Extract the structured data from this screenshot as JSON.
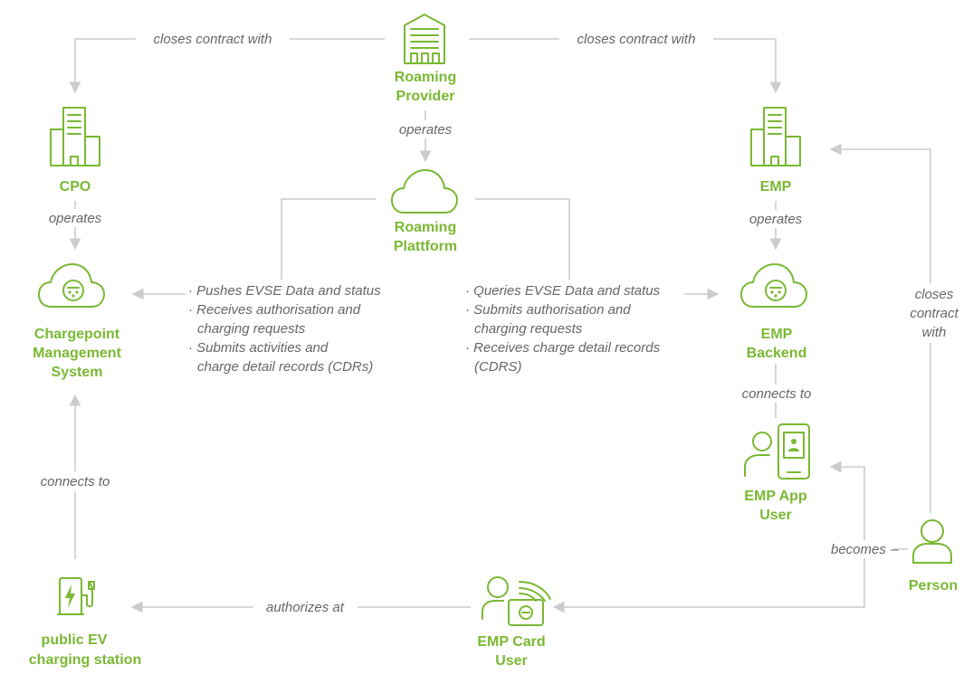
{
  "colors": {
    "node": "#7ab833",
    "edge": "#cccccc",
    "edge_text": "#666666"
  },
  "nodes": {
    "roaming_provider": {
      "line1": "Roaming",
      "line2": "Provider",
      "icon": "building-icon"
    },
    "cpo": {
      "line1": "CPO",
      "icon": "office-tower-icon"
    },
    "emp": {
      "line1": "EMP",
      "icon": "office-tower-icon"
    },
    "roaming_platform": {
      "line1": "Roaming",
      "line2": "Plattform",
      "icon": "cloud-icon"
    },
    "chargepoint_ms": {
      "line1": "Chargepoint",
      "line2": "Management",
      "line3": "System",
      "icon": "cloud-charger-icon"
    },
    "emp_backend": {
      "line1": "EMP",
      "line2": "Backend",
      "icon": "cloud-charger-icon"
    },
    "emp_app_user": {
      "line1": "EMP App",
      "line2": "User",
      "icon": "user-phone-icon"
    },
    "person": {
      "line1": "Person",
      "icon": "person-icon"
    },
    "emp_card_user": {
      "line1": "EMP Card",
      "line2": "User",
      "icon": "user-card-icon"
    },
    "charging_station": {
      "line1": "public EV",
      "line2": "charging station",
      "icon": "charging-station-icon"
    }
  },
  "edges": {
    "rp_cpo": "closes contract with",
    "rp_emp": "closes contract with",
    "rp_platform": "operates",
    "cpo_cms": "operates",
    "emp_backend": "operates",
    "platform_cms": {
      "line1": "· Pushes EVSE Data and status",
      "line2": "· Receives authorisation and",
      "line3": "charging requests",
      "line4": "· Submits activities and",
      "line5": "charge detail records (CDRs)"
    },
    "platform_backend": {
      "line1": "· Queries EVSE Data and status",
      "line2": "· Submits authorisation and",
      "line3": "charging requests",
      "line4": "· Receives charge detail records",
      "line5": "(CDRS)"
    },
    "app_backend": "connects to",
    "station_cms": "connects to",
    "person_emp": {
      "line1": "closes",
      "line2": "contract",
      "line3": "with"
    },
    "person_becomes": "becomes",
    "card_station": "authorizes at"
  }
}
